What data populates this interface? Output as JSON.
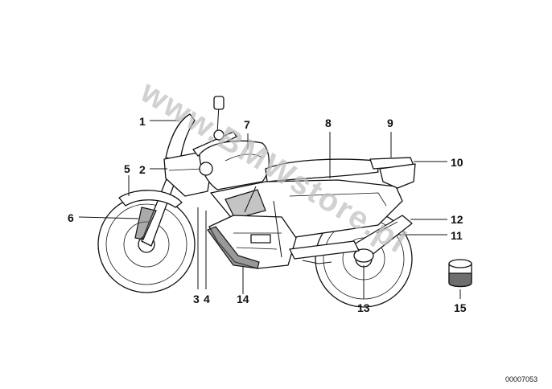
{
  "watermark": "www.BMWstore.pl",
  "document_number": "00007053",
  "callouts": [
    "1",
    "2",
    "3",
    "4",
    "5",
    "6",
    "7",
    "8",
    "9",
    "10",
    "11",
    "12",
    "13",
    "14",
    "15"
  ]
}
